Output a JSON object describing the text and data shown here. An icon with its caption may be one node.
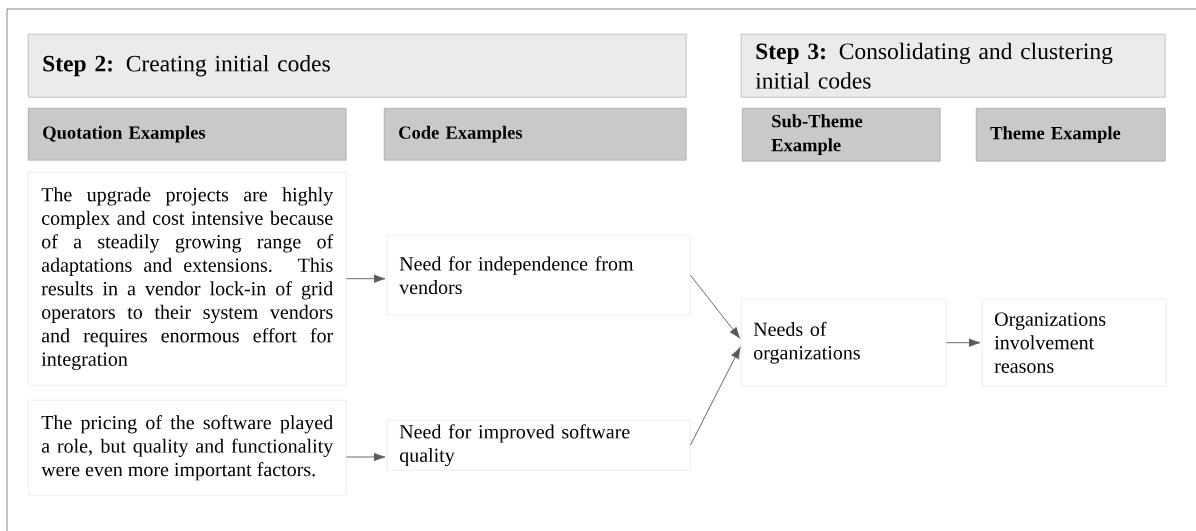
{
  "diagram": {
    "nodes": [
      {
        "text": [
          "**Step 2:** Creating initial codes"
        ]
      },
      {
        "text": [
          "**Step 3:** Consolidating and clustering initial codes"
        ]
      },
      {
        "text": [
          "Quotation Examples"
        ]
      },
      {
        "text": [
          "Code Examples"
        ]
      },
      {
        "text": [
          "Sub-Theme Example"
        ]
      },
      {
        "text": [
          "Theme Example"
        ]
      },
      {
        "text": [
          "The upgrade projects are highly complex and cost intensive because of a steadily growing range of adaptations and extensions. This results in a vendor lock-in of grid operators to their system vendors and requires enormous effort for integration"
        ]
      },
      {
        "text": [
          "The pricing of the software played a role, but quality and functionality were even more important factors."
        ]
      },
      {
        "text": [
          "Need for independence from vendors"
        ]
      },
      {
        "text": [
          "Need for improved software quality"
        ]
      },
      {
        "text": [
          "Needs of organizations"
        ]
      },
      {
        "text": [
          "Organizations involvement reasons"
        ]
      }
    ],
    "edges": [
      {
        "from": 6,
        "to": 8,
        "arrow": "to"
      },
      {
        "from": 7,
        "to": 9,
        "arrow": "to"
      },
      {
        "from": 8,
        "to": 10,
        "arrow": "to"
      },
      {
        "from": 9,
        "to": 10,
        "arrow": "to"
      },
      {
        "from": 10,
        "to": 11,
        "arrow": "to"
      }
    ]
  }
}
